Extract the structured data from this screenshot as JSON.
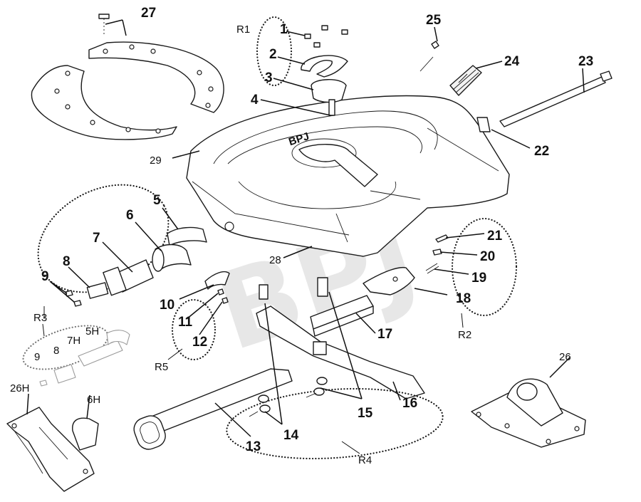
{
  "watermark": "BPJ",
  "plate_logo": "BPJ",
  "callouts": {
    "c1": "1",
    "c2": "2",
    "c3": "3",
    "c4": "4",
    "c5": "5",
    "c6": "6",
    "c7": "7",
    "c8": "8",
    "c9": "9",
    "c10": "10",
    "c11": "11",
    "c12": "12",
    "c13": "13",
    "c14": "14",
    "c15": "15",
    "c16": "16",
    "c17": "17",
    "c18": "18",
    "c19": "19",
    "c20": "20",
    "c21": "21",
    "c22": "22",
    "c23": "23",
    "c24": "24",
    "c25": "25",
    "c26": "26",
    "c27": "27",
    "c28": "28",
    "c29": "29"
  },
  "history_callouts": {
    "h5": "5H",
    "h7": "7H",
    "h8": "8",
    "h9": "9",
    "h6": "6H",
    "h26": "26H"
  },
  "groups": {
    "r1": "R1",
    "r2": "R2",
    "r3": "R3",
    "r4": "R4",
    "r5": "R5"
  }
}
